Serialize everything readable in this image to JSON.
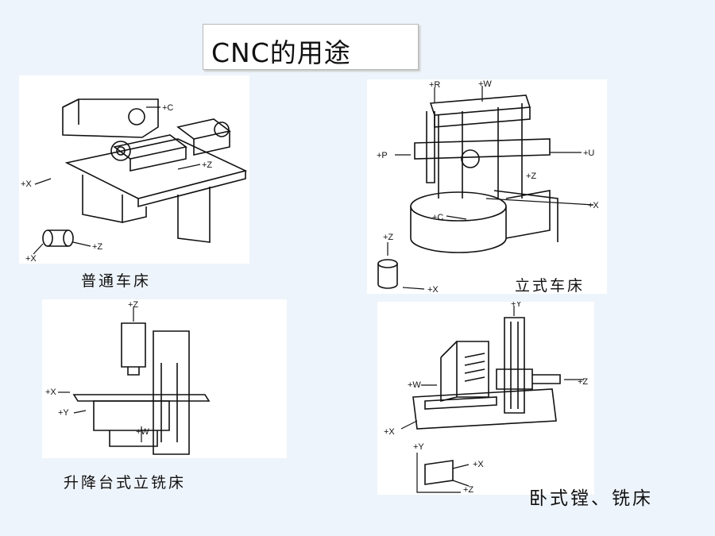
{
  "title": "CNC的用途",
  "figures": [
    {
      "caption": "普通车床",
      "axis_labels": [
        "+C",
        "+Z",
        "+X",
        "+Z",
        "+X"
      ]
    },
    {
      "caption": "立式车床",
      "axis_labels": [
        "+R",
        "+W",
        "+P",
        "+U",
        "+Z",
        "+X",
        "+C",
        "+Z",
        "+X"
      ]
    },
    {
      "caption": "升降台式立铣床",
      "axis_labels": [
        "+Z",
        "+X",
        "+Y",
        "+W"
      ]
    },
    {
      "caption": "卧式镗、铣床",
      "axis_labels": [
        "+Y",
        "+W",
        "+Z",
        "+X",
        "+Y",
        "+X",
        "+Z"
      ]
    }
  ]
}
